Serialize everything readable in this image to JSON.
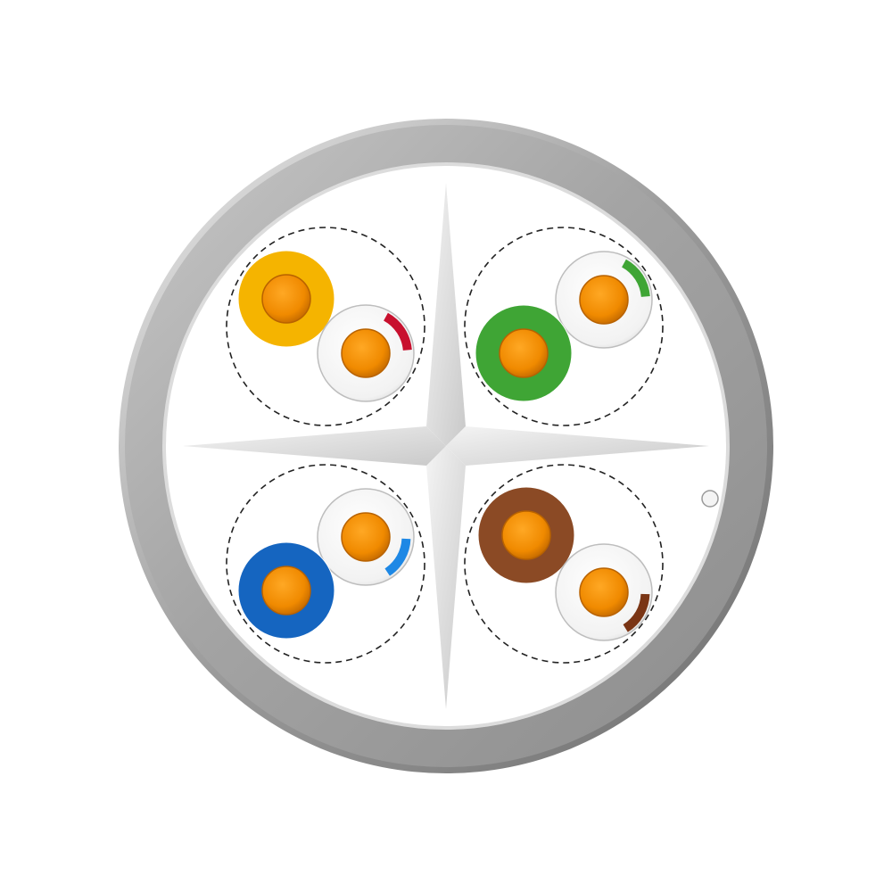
{
  "diagram": {
    "type": "cable-cross-section",
    "labels": [],
    "jacket_color": "#a9a9a9",
    "separator_color": "#d9d9d9",
    "conductor_color": "#f08a00",
    "pairs": [
      {
        "position": "top-left",
        "solid_color": "#f5b400",
        "stripe_color": "#c8102e"
      },
      {
        "position": "top-right",
        "solid_color": "#3fa535",
        "stripe_color": "#3fa535"
      },
      {
        "position": "bottom-left",
        "solid_color": "#1565c0",
        "stripe_color": "#1e88e5"
      },
      {
        "position": "bottom-right",
        "solid_color": "#8b4a25",
        "stripe_color": "#7a3515"
      }
    ]
  }
}
